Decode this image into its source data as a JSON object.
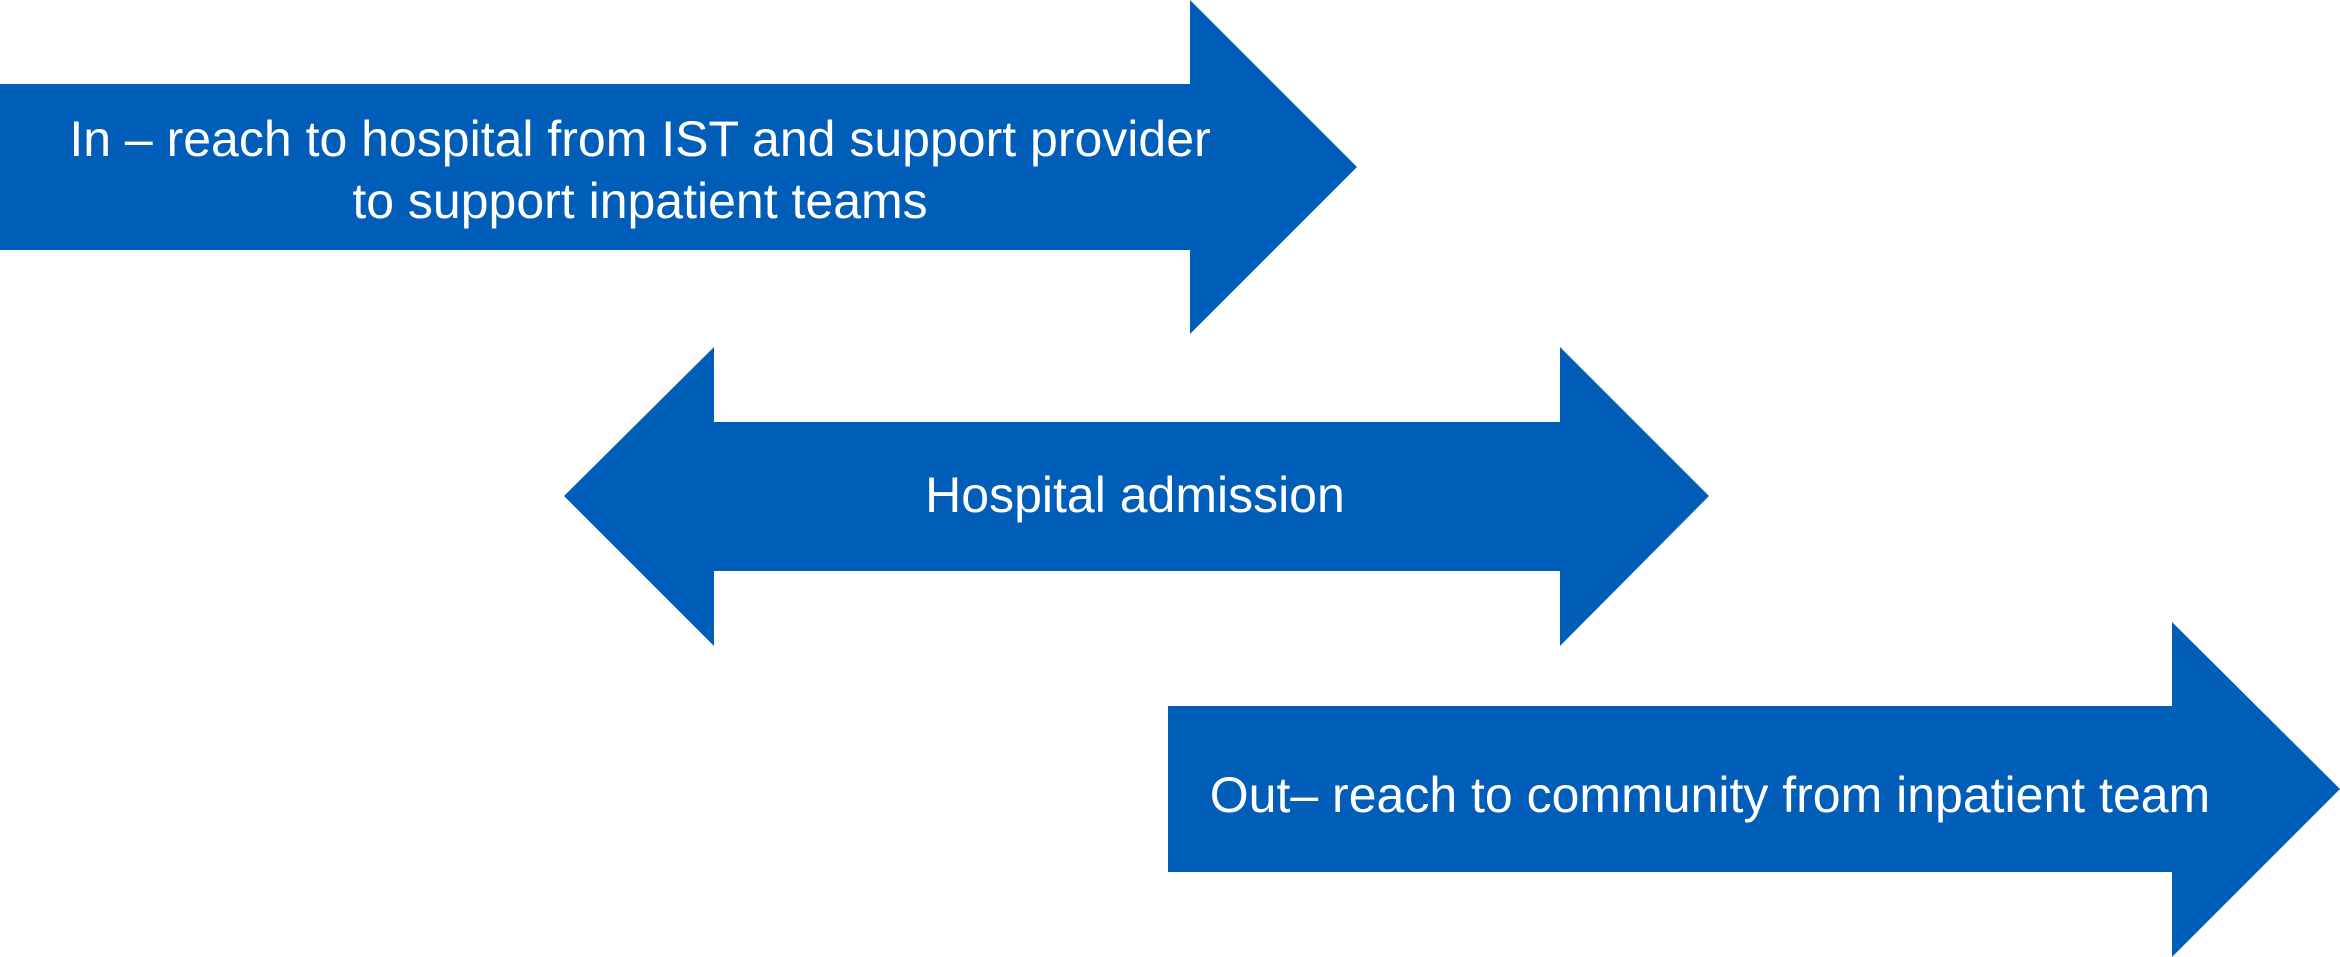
{
  "diagram": {
    "arrow_color": "#005EB8",
    "text_color": "#FFFFFF",
    "arrows": [
      {
        "id": "in-reach",
        "direction": "right",
        "label": "In – reach to hospital from IST and support provider to support inpatient teams"
      },
      {
        "id": "hospital-admission",
        "direction": "both",
        "label": "Hospital admission"
      },
      {
        "id": "out-reach",
        "direction": "right",
        "label": "Out– reach to community from inpatient team"
      }
    ]
  }
}
